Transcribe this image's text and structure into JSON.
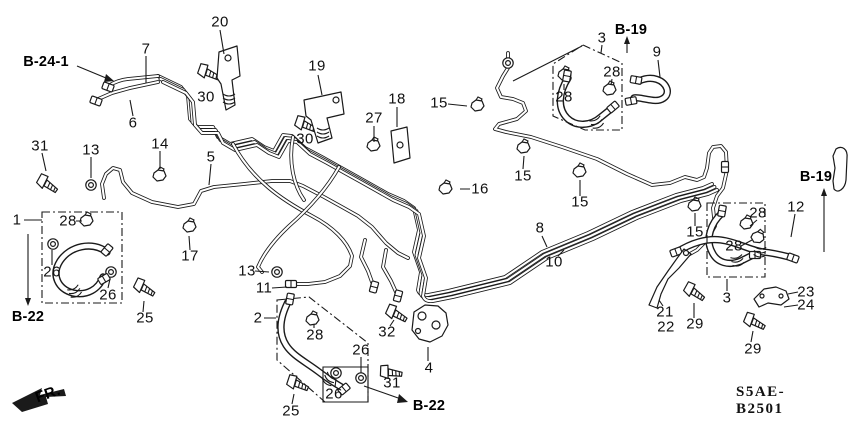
{
  "diagram": {
    "code": "S5AE-B2501",
    "fr_label": "FR.",
    "colors": {
      "line": "#1a1a1a",
      "background": "#ffffff"
    },
    "refs": [
      {
        "text": "B-24-1"
      },
      {
        "text": "B-19"
      },
      {
        "text": "B-19"
      },
      {
        "text": "B-22"
      },
      {
        "text": "B-22"
      }
    ],
    "callouts": [
      {
        "text": "20"
      },
      {
        "text": "7"
      },
      {
        "text": "30"
      },
      {
        "text": "6"
      },
      {
        "text": "19"
      },
      {
        "text": "30"
      },
      {
        "text": "27"
      },
      {
        "text": "18"
      },
      {
        "text": "15"
      },
      {
        "text": "3"
      },
      {
        "text": "9"
      },
      {
        "text": "28"
      },
      {
        "text": "28"
      },
      {
        "text": "31"
      },
      {
        "text": "13"
      },
      {
        "text": "14"
      },
      {
        "text": "5"
      },
      {
        "text": "16"
      },
      {
        "text": "15"
      },
      {
        "text": "15"
      },
      {
        "text": "1"
      },
      {
        "text": "28"
      },
      {
        "text": "17"
      },
      {
        "text": "15"
      },
      {
        "text": "12"
      },
      {
        "text": "28"
      },
      {
        "text": "28"
      },
      {
        "text": "8"
      },
      {
        "text": "10"
      },
      {
        "text": "26"
      },
      {
        "text": "13"
      },
      {
        "text": "11"
      },
      {
        "text": "26"
      },
      {
        "text": "2"
      },
      {
        "text": "25"
      },
      {
        "text": "28"
      },
      {
        "text": "32"
      },
      {
        "text": "26"
      },
      {
        "text": "4"
      },
      {
        "text": "31"
      },
      {
        "text": "26"
      },
      {
        "text": "25"
      },
      {
        "text": "3"
      },
      {
        "text": "21"
      },
      {
        "text": "22"
      },
      {
        "text": "29"
      },
      {
        "text": "23"
      },
      {
        "text": "24"
      },
      {
        "text": "29"
      }
    ]
  }
}
